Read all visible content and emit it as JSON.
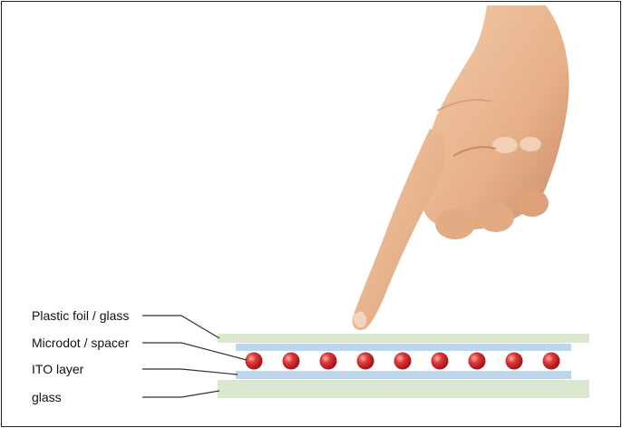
{
  "labels": {
    "plastic_foil": "Plastic foil / glass",
    "microdot": "Microdot / spacer",
    "ito_layer": "ITO layer",
    "glass": "glass"
  },
  "colors": {
    "glass_layer": "#dbe8cf",
    "ito_layer": "#bcd6ee",
    "microdot": "#d9242a",
    "skin": "#e9b892",
    "skin_shadow": "#c98a63",
    "leader_line": "#333333"
  },
  "icons": {
    "hand": "pointing-hand-icon",
    "microdot": "red-sphere"
  },
  "microdot_count": 9
}
